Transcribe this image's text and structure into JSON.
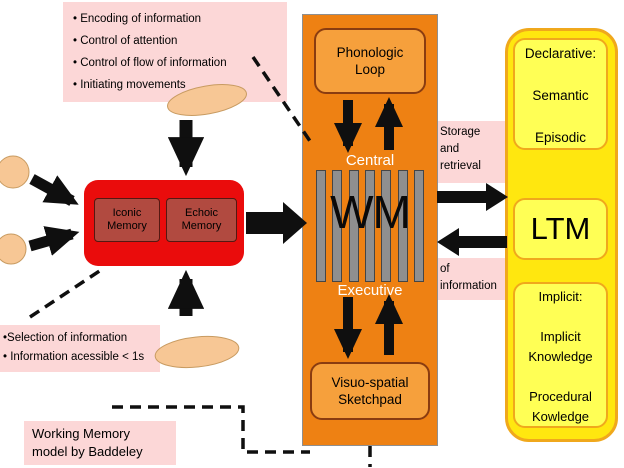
{
  "title": "Working Memory model by Baddeley",
  "functions_note": {
    "items": [
      "• Encoding of information",
      "• Control of attention",
      "• Control of flow of information",
      "• Initiating movements"
    ]
  },
  "sensory": {
    "iconic": "Iconic Memory",
    "echoic": "Echoic Memory"
  },
  "wm": {
    "phonologic": "Phonologic\nLoop",
    "central": "Central",
    "label": "WM",
    "executive": "Executive",
    "sketchpad": "Visuo-spatial\nSketchpad"
  },
  "ltm": {
    "declarative": "Declarative:\n\nSemantic\n\nEpisodic",
    "core": "LTM",
    "implicit": "Implicit:\n\nImplicit\nKnowledge\n\nProcedural\nKowledge"
  },
  "labels": {
    "storage": "Storage\nand\nretrieval",
    "of_information": "of\ninformation",
    "selection": "•Selection of information\n• Information acessible < 1s",
    "caption": "Working Memory\nmodel by Baddeley"
  },
  "colors": {
    "note_pink": "#fcd7d7",
    "sensory_red": "#ea0c0c",
    "sensory_inner_red": "#b14a40",
    "panel_orange": "#ee8113",
    "subbox_orange": "#f6a03c",
    "ltm_yellow": "#ffe70f",
    "ltm_inner_yellow": "#ffff55",
    "accent_border_orange": "#f0a81c",
    "skin_peach": "#f7c795",
    "arrow_black": "#0f0f0f"
  }
}
